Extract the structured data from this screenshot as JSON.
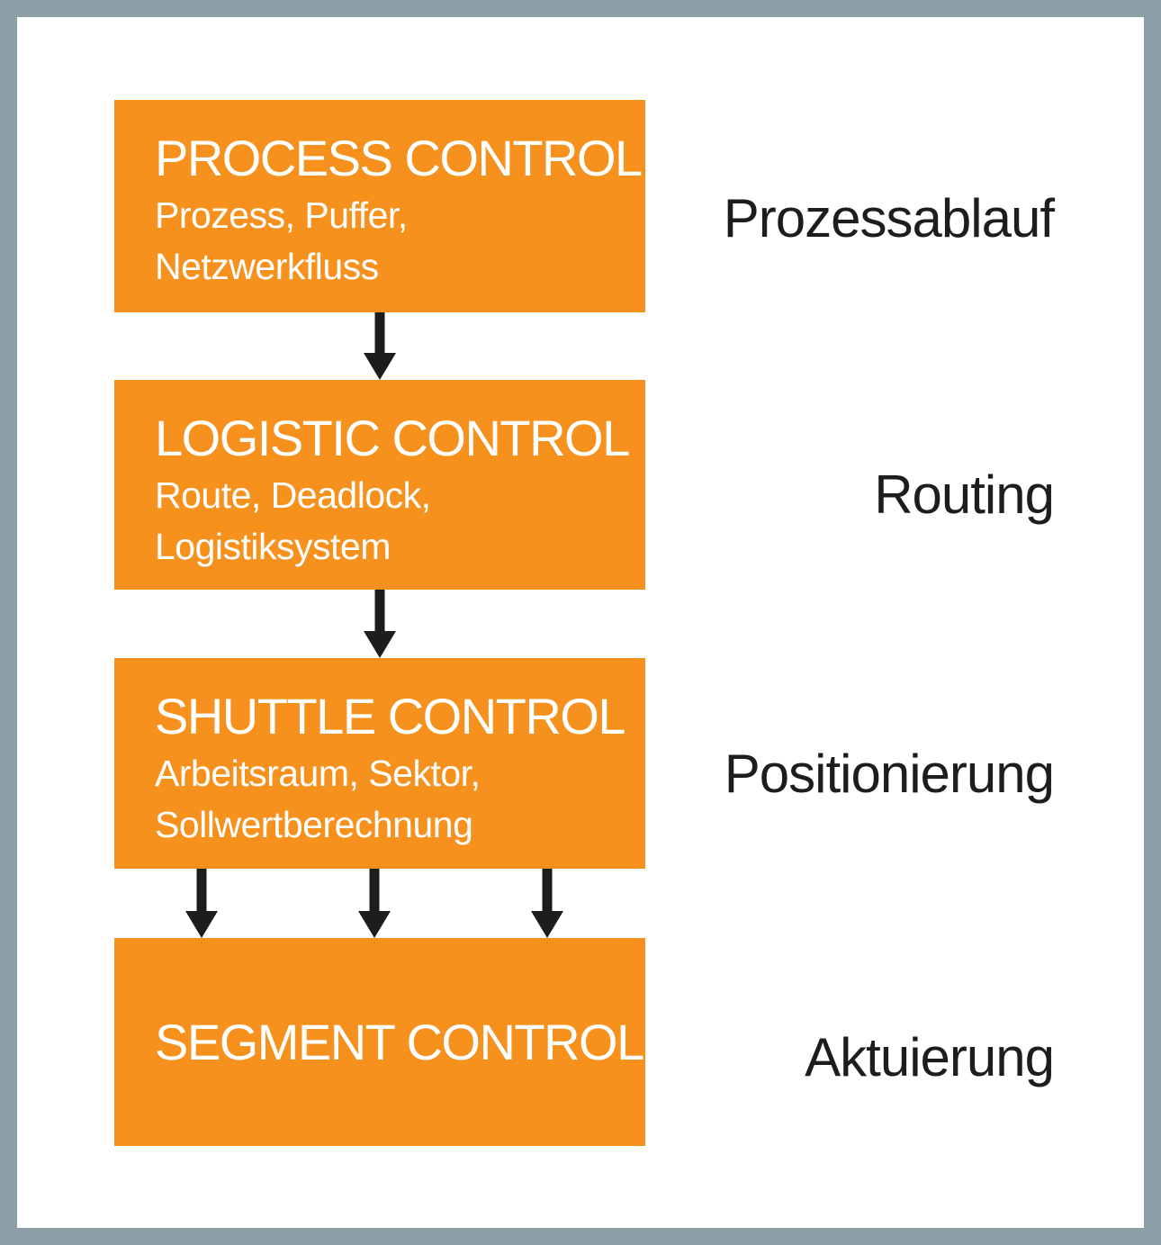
{
  "diagram": {
    "title_semantic": "control-hierarchy-diagram",
    "colors": {
      "frame_border": "#8C9FA6",
      "background": "#ffffff",
      "box_fill": "#F7911D",
      "box_text": "#ffffff",
      "label_text": "#1D1D1B",
      "arrow": "#1D1D1B"
    },
    "rows": [
      {
        "title": "PROCESS CONTROL",
        "subtitle_line1": "Prozess, Puffer,",
        "subtitle_line2": "Netzwerkfluss",
        "label": "Prozessablauf"
      },
      {
        "title": "LOGISTIC CONTROL",
        "subtitle_line1": "Route, Deadlock,",
        "subtitle_line2": "Logistiksystem",
        "label": "Routing"
      },
      {
        "title": "SHUTTLE CONTROL",
        "subtitle_line1": "Arbeitsraum, Sektor,",
        "subtitle_line2": "Sollwertberechnung",
        "label": "Positionierung"
      },
      {
        "title": "SEGMENT CONTROL",
        "subtitle_line1": "",
        "subtitle_line2": "",
        "label": "Aktuierung"
      }
    ],
    "connectors": [
      {
        "from": "PROCESS CONTROL",
        "to": "LOGISTIC CONTROL",
        "arrow_count": 1,
        "direction": "down"
      },
      {
        "from": "LOGISTIC CONTROL",
        "to": "SHUTTLE CONTROL",
        "arrow_count": 1,
        "direction": "down"
      },
      {
        "from": "SHUTTLE CONTROL",
        "to": "SEGMENT CONTROL",
        "arrow_count": 3,
        "direction": "down"
      }
    ]
  }
}
